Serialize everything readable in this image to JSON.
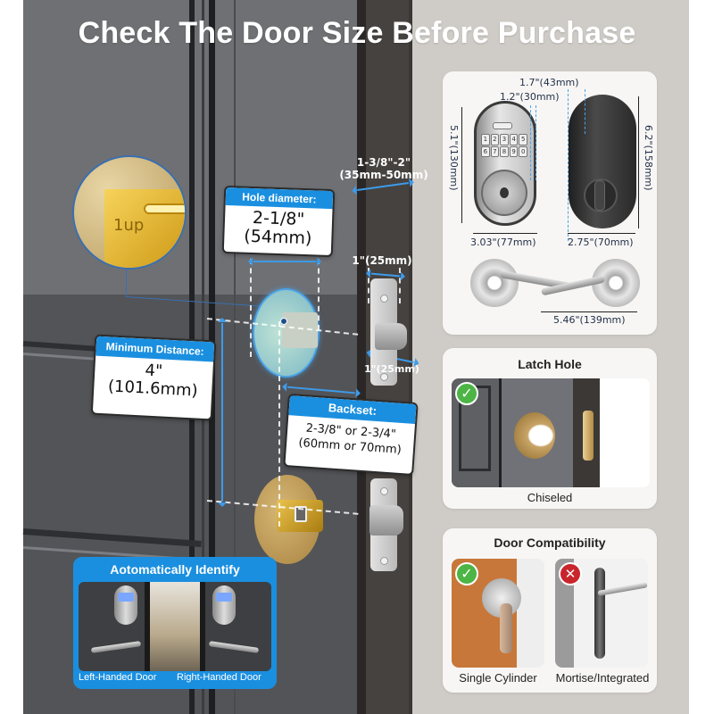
{
  "title": "Check The Door Size Before Purchase",
  "colors": {
    "accent_blue": "#1a8fe0",
    "door_gray": "#6f7074",
    "wall": "#cfcbc6",
    "card_bg": "#f7f6f4",
    "check_green": "#4cb545",
    "x_red": "#c9252c",
    "dim_text": "#23304a"
  },
  "zoom_detail": {
    "engraving": "1up"
  },
  "door_measurements": {
    "thickness": {
      "line1": "1-3/8\"-2\"",
      "line2": "(35mm-50mm)"
    },
    "hole_diameter": {
      "heading": "Hole diameter:",
      "line1": "2-1/8\"",
      "line2": "(54mm)"
    },
    "minimum_distance": {
      "heading": "Minimum Distance:",
      "line1": "4\"",
      "line2": "(101.6mm)"
    },
    "backset": {
      "heading": "Backset:",
      "line1": "2-3/8\" or 2-3/4\"",
      "line2": "(60mm or 70mm)"
    },
    "latch_plate_width": "1\"(25mm)",
    "latch_bolt_width": "1\"(25mm)"
  },
  "product_dimensions": {
    "front_depth": "1.2\"(30mm)",
    "back_depth": "1.7\"(43mm)",
    "front_height": "5.1\"(130mm)",
    "back_height": "6.2\"(158mm)",
    "front_width": "3.03\"(77mm)",
    "back_width": "2.75\"(70mm)",
    "lever_length": "5.46\"(139mm)",
    "keypad_keys": [
      "1",
      "2",
      "3",
      "4",
      "5",
      "6",
      "7",
      "8",
      "9",
      "0"
    ]
  },
  "latch_hole": {
    "title": "Latch Hole",
    "status_icon": "check-icon",
    "caption": "Chiseled"
  },
  "door_compatibility": {
    "title": "Door Compatibility",
    "items": [
      {
        "caption": "Single Cylinder",
        "status_icon": "check-icon",
        "compatible": true
      },
      {
        "caption": "Mortise/Integrated",
        "status_icon": "x-icon",
        "compatible": false
      }
    ]
  },
  "auto_identify": {
    "title": "Aotomatically Identify",
    "left_caption": "Left-Handed Door",
    "right_caption": "Right-Handed Door"
  },
  "icons": {
    "check": "✓",
    "x": "✕"
  }
}
